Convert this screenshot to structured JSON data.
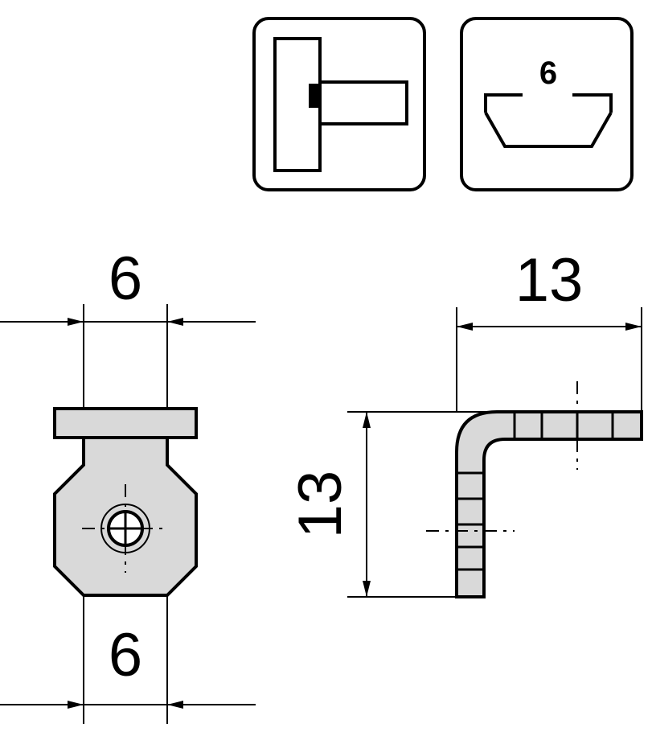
{
  "icons": {
    "connector_symbol": "t-connector-icon",
    "slot_symbol": "slot-profile-icon",
    "slot_width_label": "6"
  },
  "front_view": {
    "top_width": "6",
    "bottom_width": "6"
  },
  "side_view": {
    "horizontal_length": "13",
    "vertical_height": "13"
  },
  "colors": {
    "part_fill": "#d9d9d9",
    "line": "#000000",
    "background": "#ffffff"
  }
}
